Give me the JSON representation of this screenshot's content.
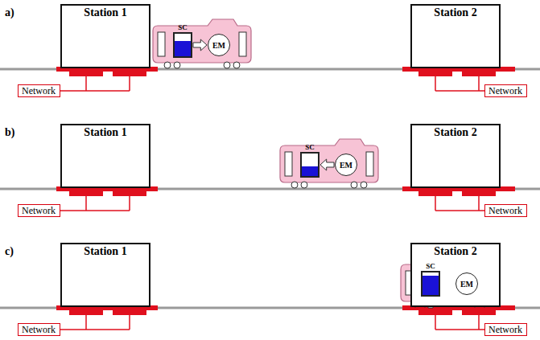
{
  "diagram": {
    "nodes": [
      {
        "text": [
          "Station 1"
        ]
      },
      {
        "text": [
          "Station 2"
        ]
      },
      {
        "text": [
          "SC"
        ]
      },
      {
        "text": [
          "EM"
        ]
      },
      {
        "text": [
          "Network"
        ]
      },
      {
        "text": [
          "Network"
        ]
      },
      {
        "text": [
          "Station 1"
        ]
      },
      {
        "text": [
          "Station 2"
        ]
      },
      {
        "text": [
          "SC"
        ]
      },
      {
        "text": [
          "EM"
        ]
      },
      {
        "text": [
          "Network"
        ]
      },
      {
        "text": [
          "Network"
        ]
      },
      {
        "text": [
          "Station 1"
        ]
      },
      {
        "text": [
          "Station 2"
        ]
      },
      {
        "text": [
          "SC"
        ]
      },
      {
        "text": [
          "EM"
        ]
      },
      {
        "text": [
          "Network"
        ]
      },
      {
        "text": [
          "Network"
        ]
      }
    ],
    "edges": [
      {
        "from": 2,
        "to": 3,
        "arrow": "to"
      },
      {
        "from": 9,
        "to": 8,
        "arrow": "to"
      }
    ],
    "labels": [
      "a)",
      "b)",
      "c)"
    ]
  }
}
